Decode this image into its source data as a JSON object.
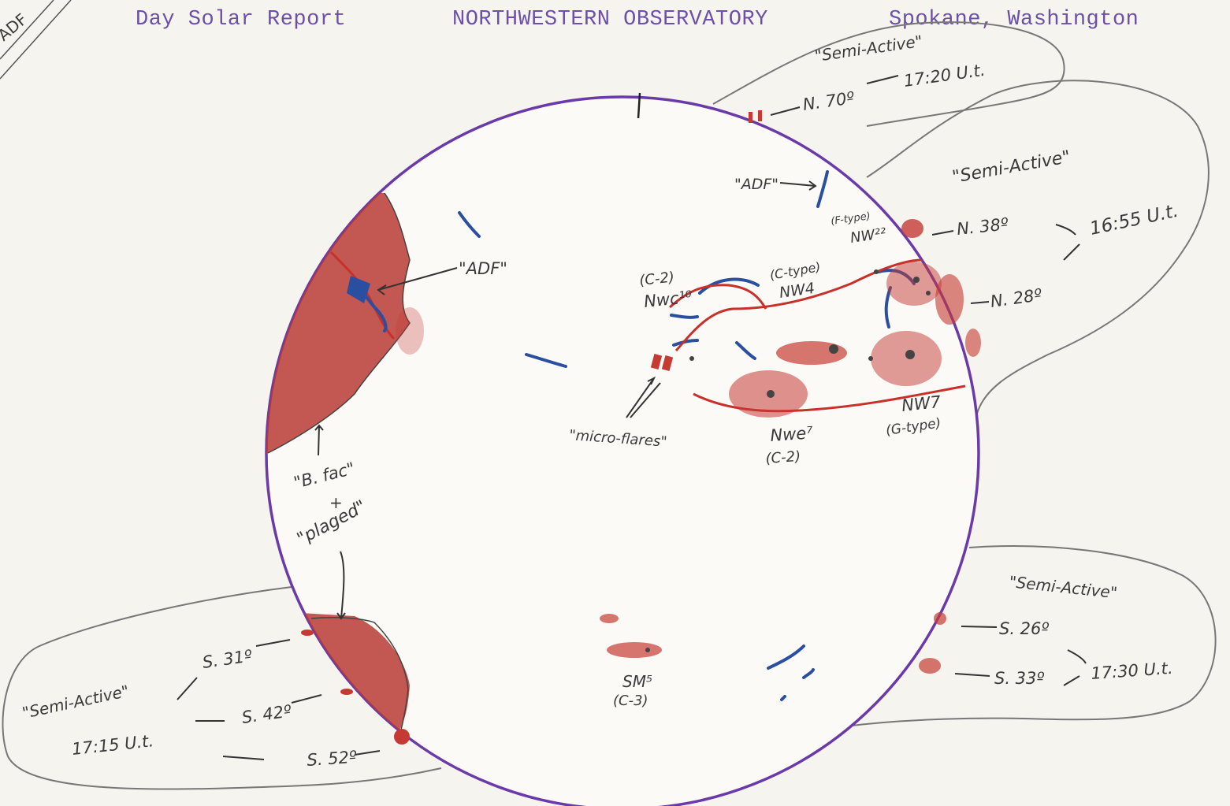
{
  "header": {
    "title": "Day Solar Report",
    "observatory": "NORTHWESTERN OBSERVATORY",
    "location": "Spokane, Washington",
    "corner_label": "ADF"
  },
  "colors": {
    "typewriter": "#6b4fa8",
    "disk_outline": "#6a3aa8",
    "plage_red": "#c63a34",
    "filament_blue": "#2b4fa0",
    "pencil": "#3a3a3a"
  },
  "limb_regions": {
    "north_70": {
      "status": "\"Semi-Active\"",
      "latitude": "N. 70º",
      "time": "17:20 U.t."
    },
    "north_mid": {
      "status": "\"Semi-Active\"",
      "lat1": "N. 38º",
      "lat2": "N. 28º",
      "time": "16:55 U.t."
    },
    "south_east": {
      "status": "\"Semi-Active\"",
      "lat1": "S. 26º",
      "lat2": "S. 33º",
      "time": "17:30 U.t."
    },
    "south_west": {
      "status": "\"Semi-Active\"",
      "lat1": "S. 31º",
      "lat2": "S. 42º",
      "lat3": "S. 52º",
      "time": "17:15 U.t."
    }
  },
  "disk_labels": {
    "adf_top": "\"ADF\"",
    "adf_left": "\"ADF\"",
    "f_type": "(F-type)",
    "nw22": "NW²²",
    "c_type": "(C-type)",
    "nw4": "NW4",
    "c2_a": "(C-2)",
    "nwc10": "Nwc¹⁰",
    "microflares": "\"micro-flares\"",
    "nwe7": "Nwe⁷",
    "c2_b": "(C-2)",
    "nw7": "NW7",
    "g_type": "(G-type)",
    "sm5": "SM⁵",
    "c3": "(C-3)",
    "bfac": "\"B. fac\"",
    "plus": "+",
    "plaged": "\"plaged\""
  }
}
